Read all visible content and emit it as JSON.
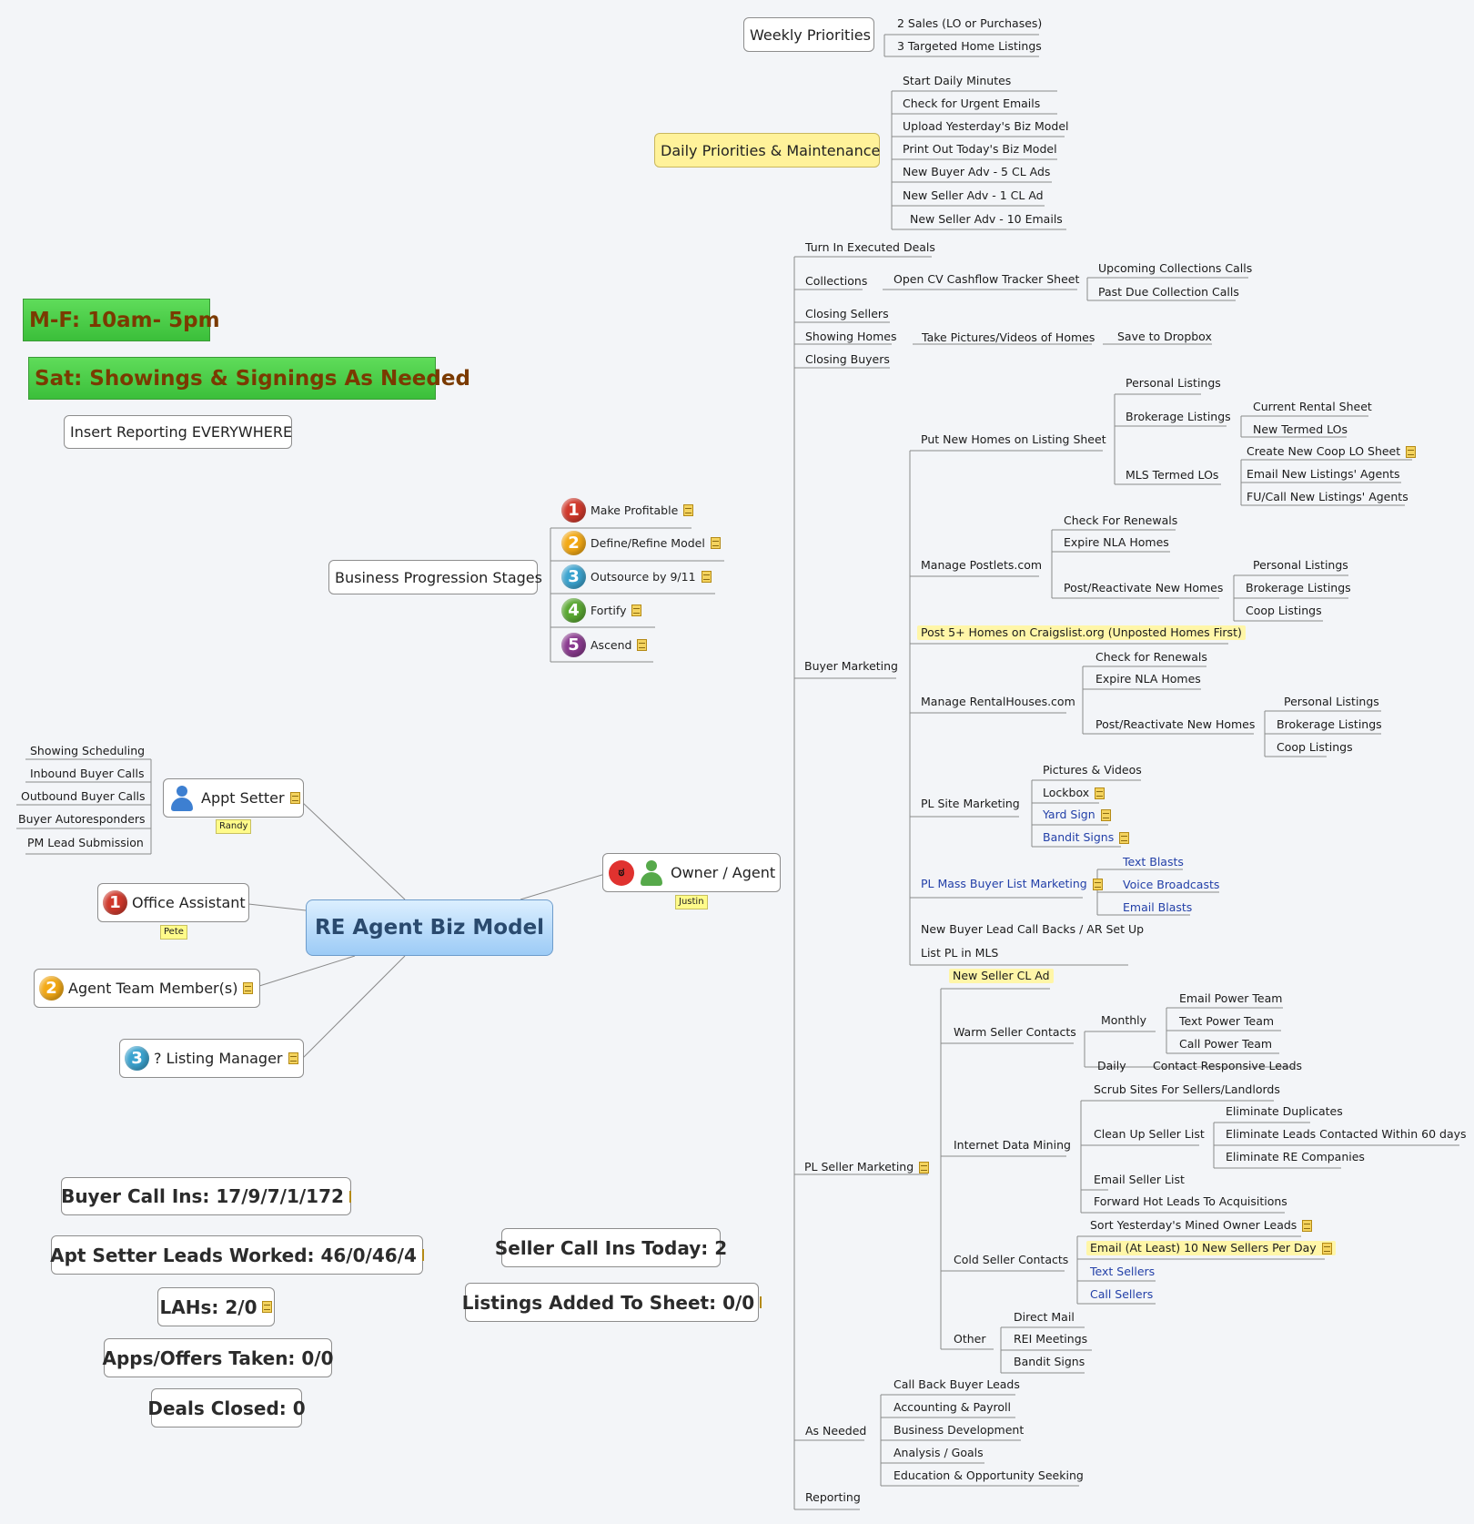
{
  "central": "RE Agent Biz Model",
  "schedule": {
    "weekday": "M-F: 10am- 5pm",
    "saturday": "Sat: Showings &  Signings As Needed",
    "reporting": "Insert Reporting EVERYWHERE"
  },
  "weekly": {
    "title": "Weekly Priorities",
    "items": [
      "2 Sales (LO or Purchases)",
      "3 Targeted Home Listings"
    ]
  },
  "daily": {
    "title": "Daily Priorities & Maintenance",
    "items": [
      "Start Daily Minutes",
      "Check for Urgent Emails",
      "Upload Yesterday's Biz Model",
      "Print Out Today's Biz Model",
      "New Buyer Adv - 5 CL Ads",
      "New Seller Adv - 1 CL Ad",
      "New Seller Adv - 10 Emails"
    ]
  },
  "stages": {
    "title": "Business Progression Stages",
    "items": [
      "Make Profitable",
      "Define/Refine Model",
      "Outsource by 9/11",
      "Fortify",
      "Ascend"
    ]
  },
  "team": {
    "appt_setter": "Appt Setter",
    "appt_setter_tag": "Randy",
    "appt_items": [
      "Showing Scheduling",
      "Inbound Buyer Calls",
      "Outbound Buyer Calls",
      "Buyer Autoresponders",
      "PM Lead Submission"
    ],
    "office_assistant": "Office Assistant",
    "office_tag": "Pete",
    "agent_team": "Agent Team Member(s)",
    "listing_manager": "? Listing Manager",
    "owner": "Owner / Agent",
    "owner_tag": "Justin"
  },
  "owner_branches": {
    "turn_in": "Turn In Executed Deals",
    "collections": "Collections",
    "cv_tracker": "Open CV Cashflow Tracker Sheet",
    "collections_items": [
      "Upcoming Collections Calls",
      "Past Due Collection Calls"
    ],
    "closing_sellers": "Closing Sellers",
    "showing_homes": "Showing Homes",
    "take_pictures": "Take Pictures/Videos of Homes",
    "save_dropbox": "Save to Dropbox",
    "closing_buyers": "Closing Buyers",
    "buyer_marketing": "Buyer Marketing",
    "put_new_homes": "Put New Homes on Listing Sheet",
    "personal_listings": "Personal Listings",
    "brokerage_listings": "Brokerage Listings",
    "brokerage_items": [
      "Current Rental Sheet",
      "New Termed LOs"
    ],
    "mls_termed": "MLS Termed LOs",
    "mls_items": [
      "Create New Coop LO Sheet",
      "Email New Listings' Agents",
      "FU/Call New Listings' Agents"
    ],
    "postlets": "Manage Postlets.com",
    "postlets_check": "Check For Renewals",
    "expire_nla": "Expire NLA Homes",
    "post_reactivate": "Post/Reactivate New Homes",
    "listing_types": [
      "Personal Listings",
      "Brokerage Listings",
      "Coop Listings"
    ],
    "craigslist": "Post 5+ Homes on Craigslist.org (Unposted Homes First)",
    "rentalhouses": "Manage RentalHouses.com",
    "rental_check": "Check for Renewals",
    "pl_site": "PL Site Marketing",
    "pl_site_items": [
      "Pictures & Videos",
      "Lockbox",
      "Yard Sign",
      "Bandit Signs"
    ],
    "pl_mass": "PL Mass Buyer List Marketing",
    "pl_mass_items": [
      "Text Blasts",
      "Voice Broadcasts",
      "Email Blasts"
    ],
    "callbacks": "New Buyer Lead Call Backs / AR Set Up",
    "list_pl": "List PL in MLS",
    "pl_seller": "PL Seller Marketing",
    "new_seller_cl": "New Seller CL Ad",
    "warm_seller": "Warm Seller Contacts",
    "monthly": "Monthly",
    "monthly_items": [
      "Email Power Team",
      "Text Power Team",
      "Call Power Team"
    ],
    "daily_label": "Daily",
    "contact_responsive": "Contact Responsive Leads",
    "internet_mining": "Internet Data Mining",
    "scrub_sites": "Scrub Sites For Sellers/Landlords",
    "clean_up": "Clean Up Seller List",
    "clean_items": [
      "Eliminate Duplicates",
      "Eliminate Leads Contacted Within  60 days",
      "Eliminate RE Companies"
    ],
    "email_seller": "Email Seller List",
    "forward_hot": "Forward Hot Leads To Acquisitions",
    "cold_seller": "Cold Seller Contacts",
    "cold_items": [
      "Sort Yesterday's Mined Owner Leads",
      "Email (At Least) 10 New Sellers Per Day",
      "Text Sellers",
      "Call Sellers"
    ],
    "other": "Other",
    "other_items": [
      "Direct Mail",
      "REI Meetings",
      "Bandit Signs"
    ],
    "as_needed": "As Needed",
    "as_needed_items": [
      "Call Back Buyer Leads",
      "Accounting & Payroll",
      "Business Development",
      "Analysis / Goals",
      "Education & Opportunity Seeking"
    ],
    "reporting": "Reporting"
  },
  "stats": {
    "buyer_call_ins": "Buyer Call Ins: 17/9/7/1/172",
    "apt_setter": "Apt Setter Leads Worked:  46/0/46/4",
    "lahs": "LAHs: 2/0",
    "apps": "Apps/Offers Taken: 0/0",
    "deals": "Deals Closed: 0",
    "seller_call_ins": "Seller Call Ins Today: 2",
    "listings_added": "Listings Added To Sheet: 0/0"
  },
  "colors": {
    "banner_green": "#3bbf3a",
    "banner_text": "#7a3a00",
    "central_blue": "#9ccbf6",
    "highlight": "#fff6a8",
    "link_blue": "#2340a8"
  },
  "icons": [
    "note-icon",
    "person-icon",
    "angry-face-icon",
    "number-badge-icon"
  ]
}
